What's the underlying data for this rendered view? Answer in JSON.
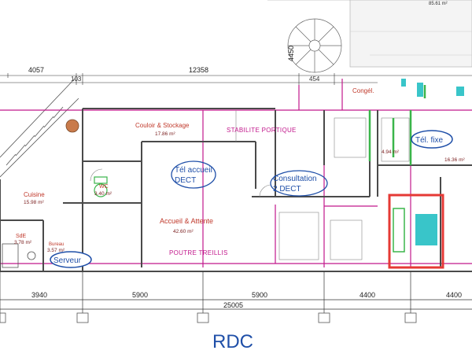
{
  "top_right_label": "85.61 m²",
  "dims_top": {
    "d1": "4057",
    "d2": "12358",
    "d3": "103",
    "d4": "454",
    "d5": "4450"
  },
  "dims_bottom": {
    "d1": "3940",
    "d2": "5900",
    "d3": "5900",
    "d4": "4400",
    "d5": "4400",
    "total": "25005"
  },
  "rooms": {
    "couloir": {
      "name": "Couloir & Stockage",
      "area": "17.86 m²"
    },
    "cuisine": {
      "name": "Cuisine",
      "area": "15.98 m²"
    },
    "wc": {
      "name": "WC",
      "area": "3.40 m²"
    },
    "accueil": {
      "name": "Accueil & Attente",
      "area": "42.60 m²"
    },
    "sde": {
      "name": "SdE",
      "area": "3.78 m²"
    },
    "bureau": {
      "name": "Bureau",
      "area": "3.57 m²"
    },
    "congel": {
      "name": "Congél."
    },
    "right_small": {
      "area": "4.94 m²"
    },
    "right_big": {
      "area": "16.36 m²"
    }
  },
  "structure": {
    "stabilite": "STABILITE PORTIQUE",
    "poutre": "POUTRE TREILLIS"
  },
  "callouts": {
    "serveur": "Serveur",
    "tel_fixe": "Tél. fixe",
    "tel_accueil_1": "Tél accueil",
    "tel_accueil_2": "DECT",
    "consultation_1": "Consultation",
    "consultation_2": "2 DECT"
  },
  "plan_title": "RDC",
  "colors": {
    "wall": "#4a4a4a",
    "structure": "#c2188c",
    "callout": "#1f4fa8",
    "green": "#3ab54a",
    "red": "#e53935",
    "cyan": "#39c5c9"
  }
}
